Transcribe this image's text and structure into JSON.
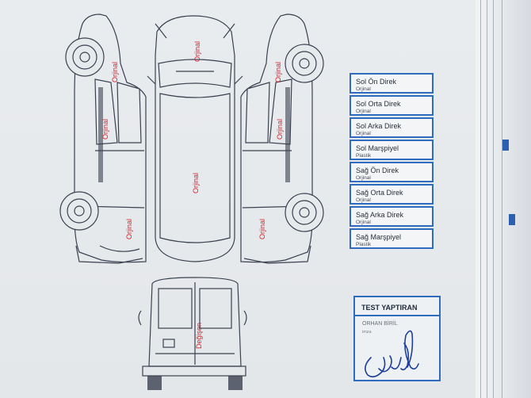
{
  "diagram": {
    "labels": {
      "left_front": "Orjinal",
      "left_mid": "Orjinal",
      "left_rear": "Orjinal",
      "roof_front": "Orjinal",
      "roof_center": "Orjinal",
      "right_front": "Orjinal",
      "right_mid": "Orjinal",
      "right_rear": "Orjinal",
      "rear_door": "Değişen"
    },
    "colors": {
      "label": "#d4222c",
      "line": "#3a4150",
      "box_border": "#2f6cc0"
    }
  },
  "parts": [
    {
      "name": "Sol Ön Direk",
      "status": "Orjinal"
    },
    {
      "name": "Sol Orta Direk",
      "status": "Orjinal"
    },
    {
      "name": "Sol Arka Direk",
      "status": "Orjinal"
    },
    {
      "name": "Sol Marşpiyel",
      "status": "Plastik"
    },
    {
      "name": "Sağ Ön Direk",
      "status": "Orjinal"
    },
    {
      "name": "Sağ Orta Direk",
      "status": "Orjinal"
    },
    {
      "name": "Sağ Arka Direk",
      "status": "Orjinal"
    },
    {
      "name": "Sağ Marşpiyel",
      "status": "Plastik"
    }
  ],
  "signature_box": {
    "title": "TEST YAPTIRAN",
    "name": "ORHAN BİRİL",
    "sub": "imza"
  }
}
